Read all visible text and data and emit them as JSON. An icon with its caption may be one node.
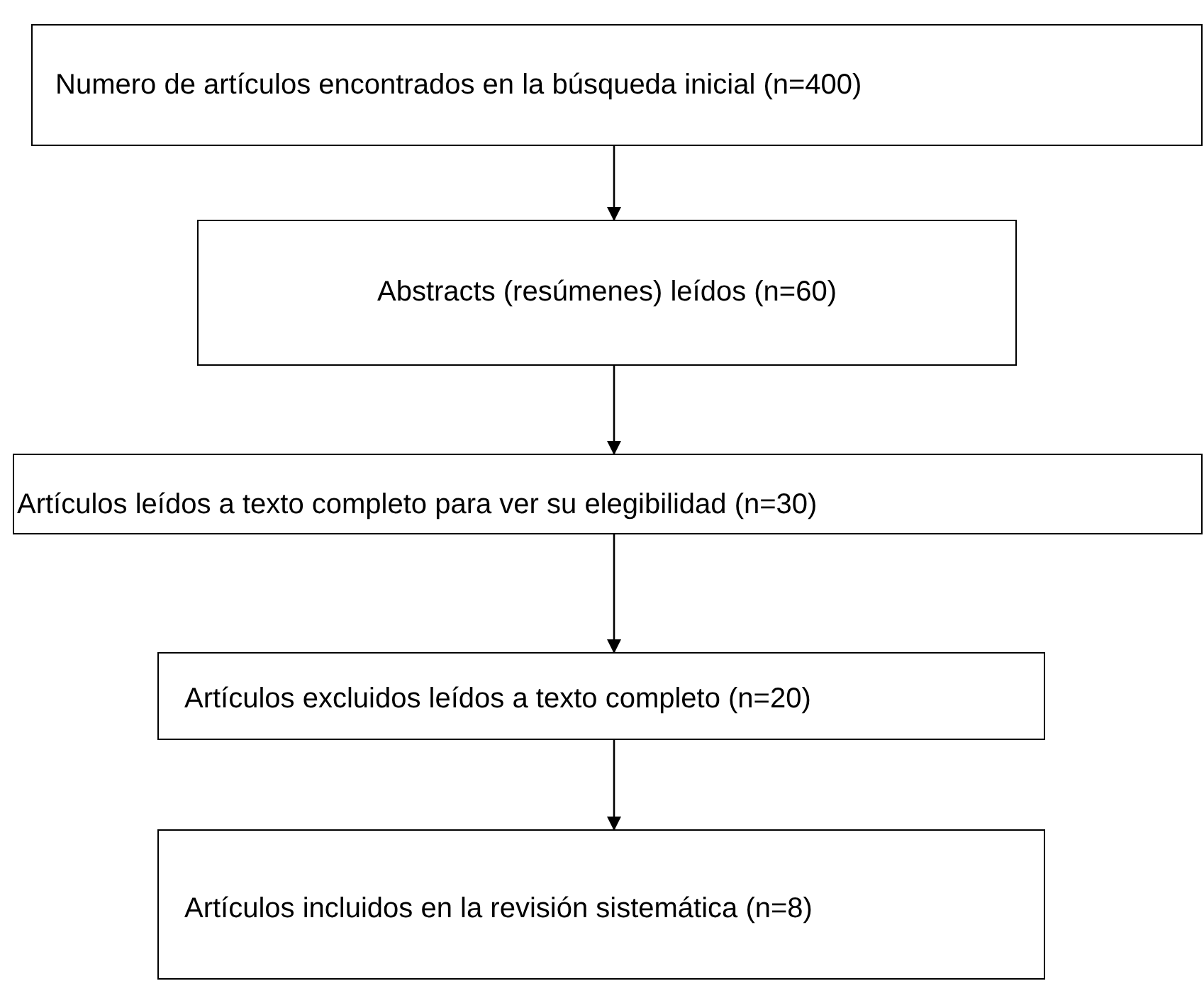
{
  "diagram": {
    "nodes": [
      {
        "text": [
          "Numero de artículos encontrados en la búsqueda inicial (n=400)"
        ]
      },
      {
        "text": [
          "Abstracts (resúmenes) leídos (n=60)"
        ]
      },
      {
        "text": [
          "Artículos leídos a texto completo para ver su elegibilidad (n=30)"
        ]
      },
      {
        "text": [
          "Artículos excluidos leídos a texto completo (n=20)"
        ]
      },
      {
        "text": [
          "Artículos incluidos en la revisión sistemática (n=8)"
        ]
      }
    ],
    "edges": [
      {
        "from": 0,
        "to": 1,
        "arrow": "to"
      },
      {
        "from": 1,
        "to": 2,
        "arrow": "to"
      },
      {
        "from": 2,
        "to": 3,
        "arrow": "to"
      },
      {
        "from": 3,
        "to": 4,
        "arrow": "to"
      }
    ]
  }
}
